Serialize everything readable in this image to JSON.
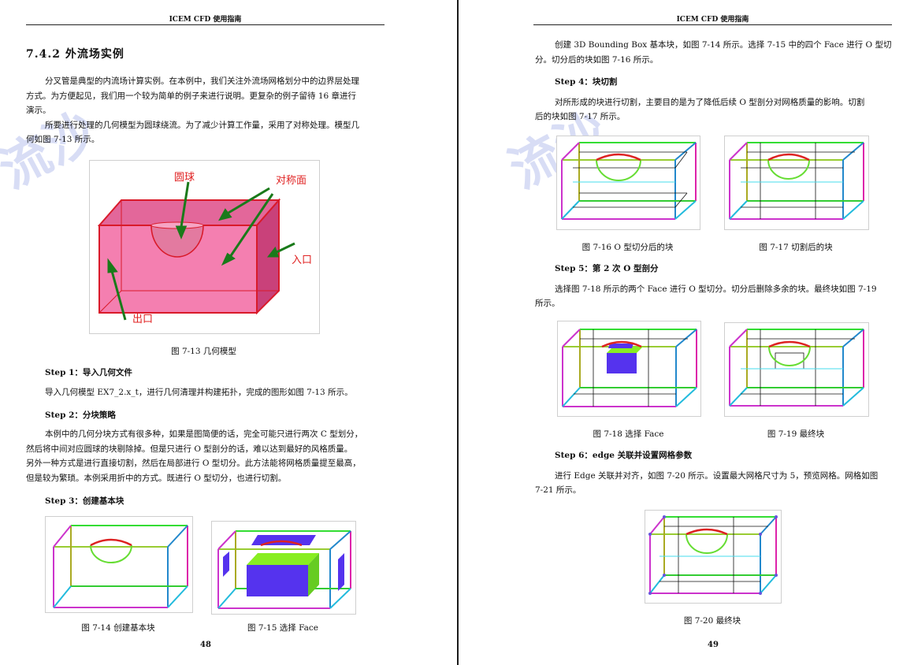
{
  "header": "ICEM CFD 使用指南",
  "watermark": "流沙",
  "left": {
    "section_title": "7.4.2  外流场实例",
    "para1_l1": "分叉管是典型的内流场计算实例。在本例中，我们关注外流场网格划分中的边界层处理",
    "para1_l2": "方式。为方便起见，我们用一个较为简单的例子来进行说明。更复杂的例子留待 16 章进行",
    "para1_l3": "演示。",
    "para2_l1": "所要进行处理的几何模型为圆球绕流。为了减少计算工作量，采用了对称处理。模型几",
    "para2_l2": "何如图 7-13 所示。",
    "fig713_labels": {
      "sphere": "圆球",
      "symmetry": "对称面",
      "inlet": "入口",
      "outlet": "出口"
    },
    "fig713_caption": "图 7-13  几何模型",
    "step1_title": "Step 1：导入几何文件",
    "step1_text": "导入几何模型 EX7_2.x_t，进行几何清理并构建拓扑，完成的图形如图 7-13 所示。",
    "step2_title": "Step 2：分块策略",
    "step2_l1": "本例中的几何分块方式有很多种，如果是图简便的话，完全可能只进行两次 C 型划分，",
    "step2_l2": "然后将中间对应圆球的块剔除掉。但是只进行 O 型剖分的话，难以达到最好的风格质量。",
    "step2_l3": "另外一种方式是进行直接切割，然后在局部进行 O 型切分。此方法能将网格质量提至最高，",
    "step2_l4": "但是较为繁琐。本例采用折中的方式。既进行 O 型切分，也进行切割。",
    "step3_title": "Step 3：创建基本块",
    "fig714_caption": "图 7-14  创建基本块",
    "fig715_caption": "图 7-15  选择 Face",
    "page_number": "48"
  },
  "right": {
    "para1_l1": "创建 3D Bounding Box 基本块，如图 7-14 所示。选择 7-15 中的四个 Face 进行 O 型切",
    "para1_l2": "分。切分后的块如图 7-16 所示。",
    "step4_title": "Step 4：块切割",
    "step4_l1": "对所形成的块进行切割，主要目的是为了降低后续 O 型剖分对网格质量的影响。切割",
    "step4_l2": "后的块如图 7-17 所示。",
    "fig716_caption": "图 7-16 O 型切分后的块",
    "fig717_caption": "图 7-17  切割后的块",
    "step5_title": "Step 5：第 2 次 O 型剖分",
    "step5_l1": "选择图 7-18 所示的两个 Face 进行 O 型切分。切分后删除多余的块。最终块如图 7-19",
    "step5_l2": "所示。",
    "fig718_caption": "图 7-18  选择 Face",
    "fig719_caption": "图 7-19  最终块",
    "step6_title": "Step 6：edge 关联并设置网格参数",
    "step6_l1": "进行 Edge 关联并对齐，如图 7-20 所示。设置最大网格尺寸为 5，预览网格。网格如图",
    "step6_l2": "7-21 所示。",
    "fig720_caption": "图 7-20  最终块",
    "page_number": "49"
  }
}
